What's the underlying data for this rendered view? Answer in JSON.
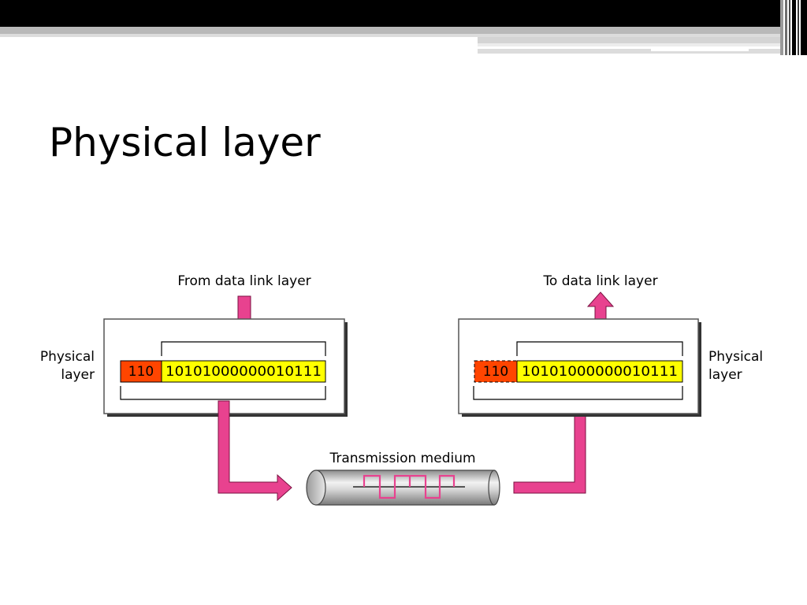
{
  "slide": {
    "title": "Physical layer"
  },
  "diagram": {
    "sender": {
      "input_label": "From data link layer",
      "side_label_line1": "Physical",
      "side_label_line2": "layer",
      "header_bits": "110",
      "data_bits": "10101000000010111"
    },
    "receiver": {
      "output_label": "To data link layer",
      "side_label_line1": "Physical",
      "side_label_line2": "layer",
      "header_bits": "110",
      "data_bits": "10101000000010111"
    },
    "medium": {
      "label": "Transmission medium"
    }
  },
  "colors": {
    "arrow": "#e8428f",
    "header_cell": "#ff4500",
    "data_cell": "#ffff00",
    "box_shadow": "#333333",
    "top_bar": "#000000"
  }
}
